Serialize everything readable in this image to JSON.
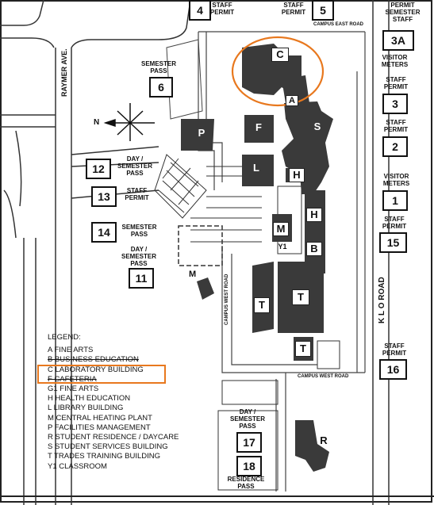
{
  "lots": [
    {
      "id": "4",
      "label": ""
    },
    {
      "id": "5",
      "label": "STAFF PERMIT"
    },
    {
      "id": "3A",
      "label": "PERMIT SEMESTER STAFF"
    },
    {
      "id": "6",
      "label": "SEMESTER PASS"
    },
    {
      "id": "3",
      "label": "STAFF PERMIT"
    },
    {
      "id": "2",
      "label": "STAFF PERMIT"
    },
    {
      "id": "12",
      "label": "DAY / SEMESTER PASS"
    },
    {
      "id": "1",
      "label": "VISITOR METERS"
    },
    {
      "id": "13",
      "label": "STAFF PERMIT"
    },
    {
      "id": "14",
      "label": "SEMESTER PASS"
    },
    {
      "id": "15",
      "label": "STAFF PERMIT"
    },
    {
      "id": "11",
      "label": "DAY / SEMESTER PASS"
    },
    {
      "id": "16",
      "label": "STAFF PERMIT"
    },
    {
      "id": "17",
      "label": "DAY / SEMESTER PASS"
    },
    {
      "id": "18",
      "label": "RESIDENCE PASS"
    }
  ],
  "extra_labels": {
    "staff_permit_top": "STAFF PERMIT",
    "visitor_meters_top": "VISITOR METERS"
  },
  "buildings": [
    "C",
    "A",
    "S",
    "F",
    "P",
    "L",
    "H",
    "H",
    "M",
    "Y1",
    "B",
    "T",
    "T",
    "T",
    "R"
  ],
  "roads": {
    "raymer": "RAYMER AVE.",
    "klo": "K L O ROAD",
    "campus_east": "CAMPUS EAST ROAD",
    "campus_west": "CAMPUS WEST ROAD",
    "campus_center": "CAMPUS WEST ROAD"
  },
  "compass": "N",
  "legend": {
    "title": "LEGEND:",
    "items": [
      "A  FINE ARTS",
      "B  BUSINESS EDUCATION",
      "C  LABORATORY BUILDING",
      "F  CAFETERIA",
      "G1 FINE ARTS",
      "H  HEALTH EDUCATION",
      "L  LIBRARY BUILDING",
      "M  CENTRAL HEATING PLANT",
      "P  FACILITIES MANAGEMENT",
      "R  STUDENT RESIDENCE / DAYCARE",
      "S  STUDENT SERVICES BUILDING",
      "T  TRADES TRAINING BUILDING",
      "Y1 CLASSROOM"
    ]
  },
  "highlight_color": "#e8781e"
}
